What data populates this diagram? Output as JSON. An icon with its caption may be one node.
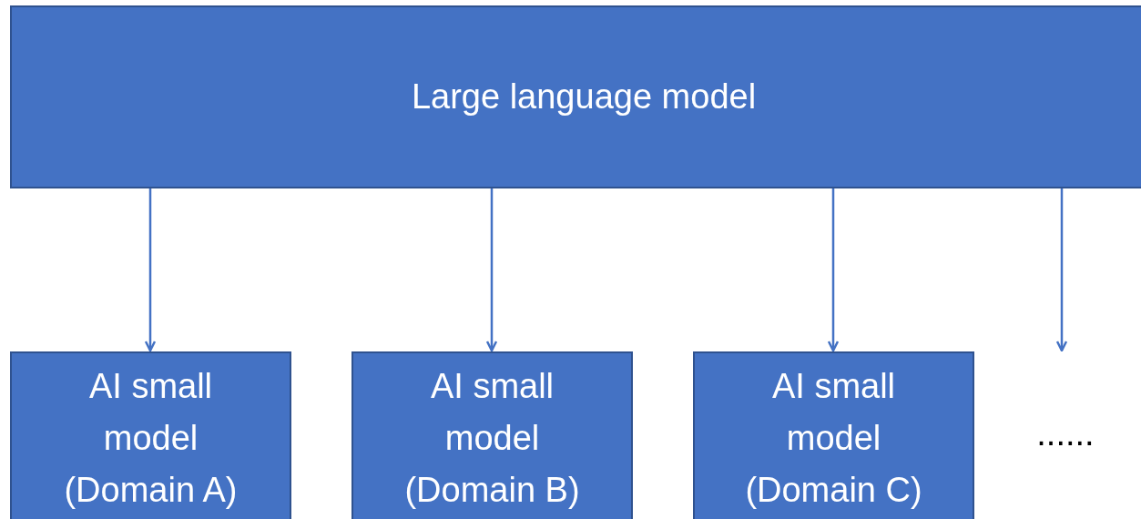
{
  "diagram": {
    "nodes": [
      {
        "text": [
          "Large language model"
        ]
      },
      {
        "text": [
          "AI small model (Domain A)"
        ]
      },
      {
        "text": [
          "AI small model (Domain B)"
        ]
      },
      {
        "text": [
          "AI small model (Domain C)"
        ]
      },
      {
        "text": [
          "......"
        ]
      }
    ],
    "edges": [
      {
        "from": 0,
        "to": 1,
        "arrow": "to"
      },
      {
        "from": 0,
        "to": 2,
        "arrow": "to"
      },
      {
        "from": 0,
        "to": 3,
        "arrow": "to"
      },
      {
        "from": 0,
        "to": 4,
        "arrow": "to"
      }
    ]
  }
}
